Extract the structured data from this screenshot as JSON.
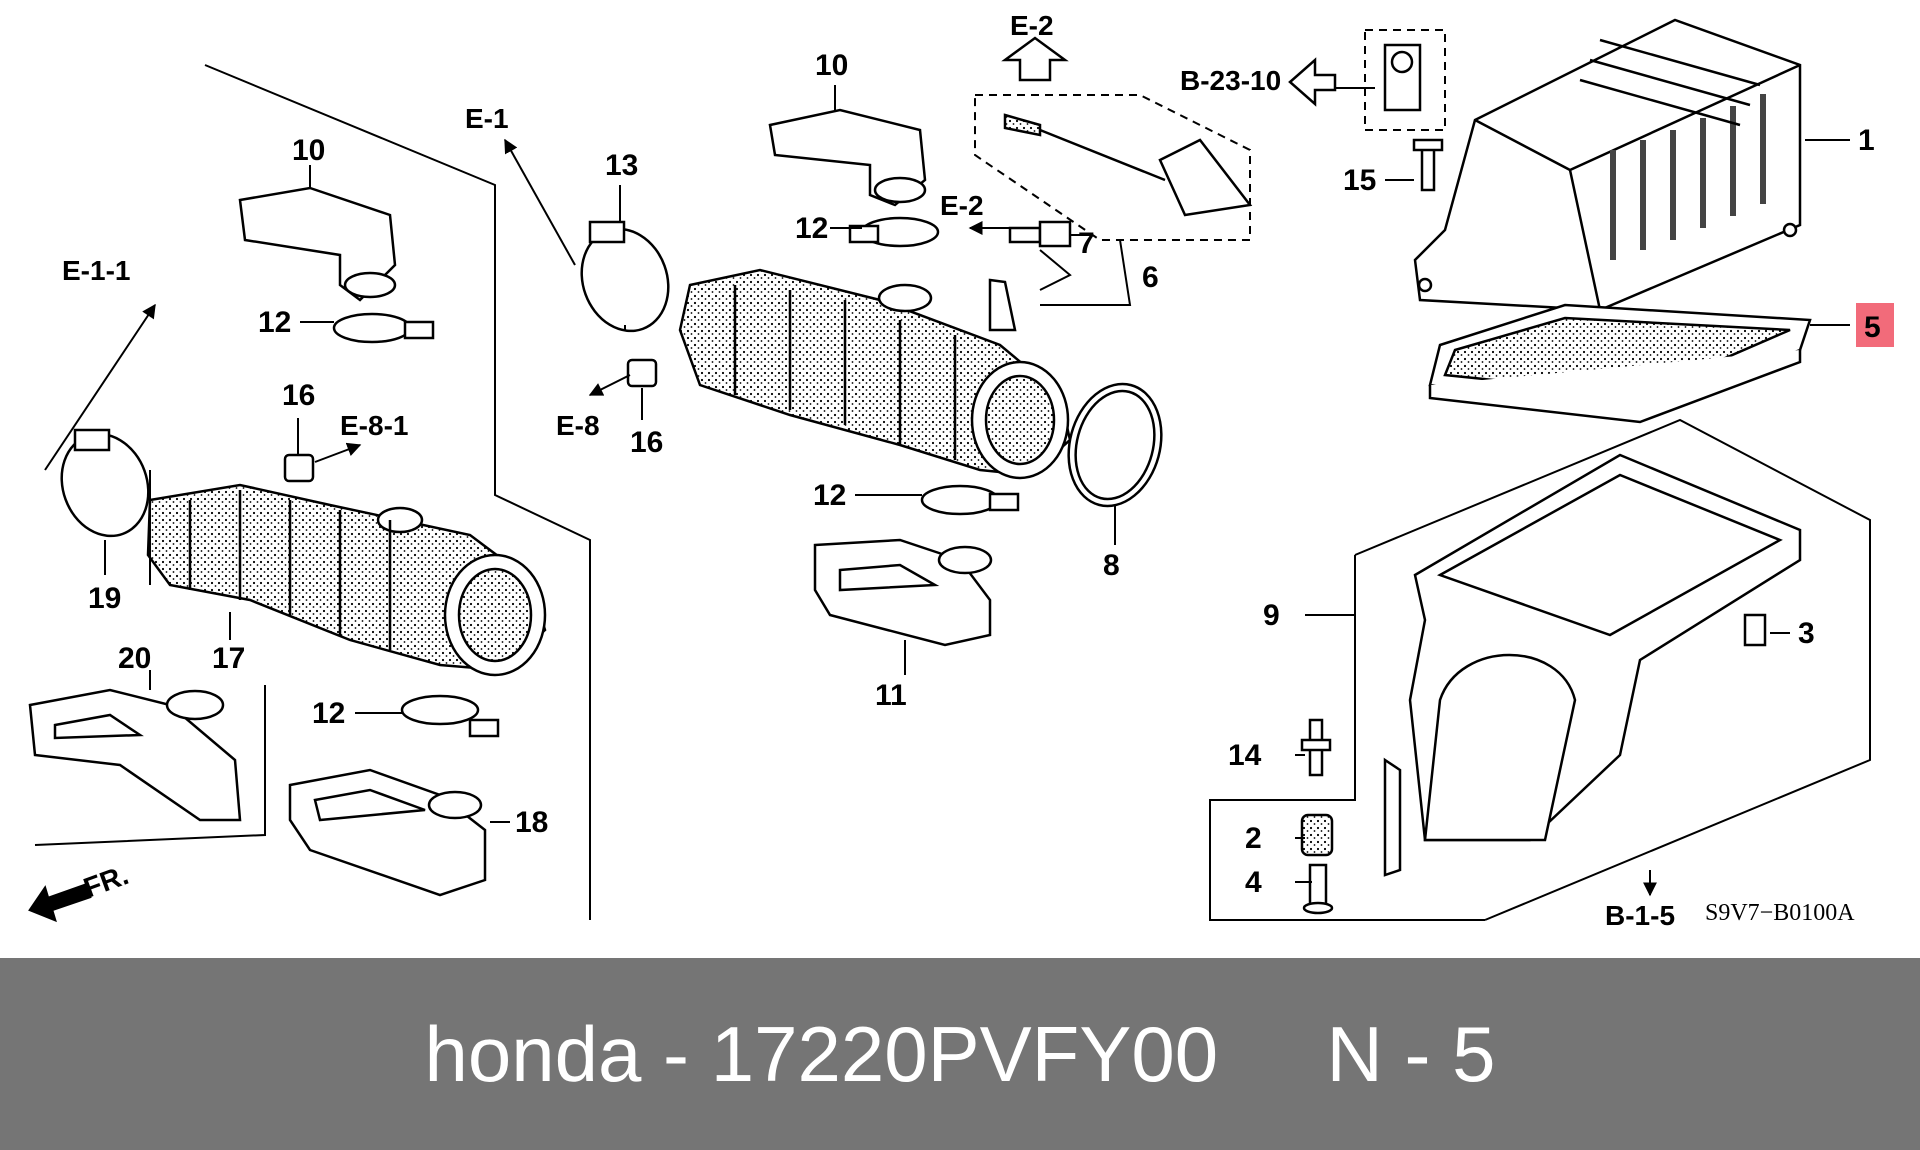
{
  "callouts": {
    "c1": "1",
    "c2": "2",
    "c3": "3",
    "c4": "4",
    "c5": "5",
    "c6": "6",
    "c7": "7",
    "c8": "8",
    "c9": "9",
    "c10a": "10",
    "c10b": "10",
    "c11": "11",
    "c12a": "12",
    "c12b": "12",
    "c12c": "12",
    "c12d": "12",
    "c13": "13",
    "c14": "14",
    "c15": "15",
    "c16a": "16",
    "c16b": "16",
    "c17": "17",
    "c18": "18",
    "c19": "19",
    "c20": "20"
  },
  "refs": {
    "e1": "E-1",
    "e11": "E-1-1",
    "e2a": "E-2",
    "e2b": "E-2",
    "e8": "E-8",
    "e81": "E-8-1",
    "b2310": "B-23-10",
    "b15": "B-1-5",
    "fr": "FR."
  },
  "diagram_code": "S9V7−B0100A",
  "highlight_color": "#f26b7a",
  "caption": {
    "brand": "honda",
    "separator": " - ",
    "part_number": "17220PVFY00",
    "gap": "     ",
    "ref": "N - 5"
  }
}
